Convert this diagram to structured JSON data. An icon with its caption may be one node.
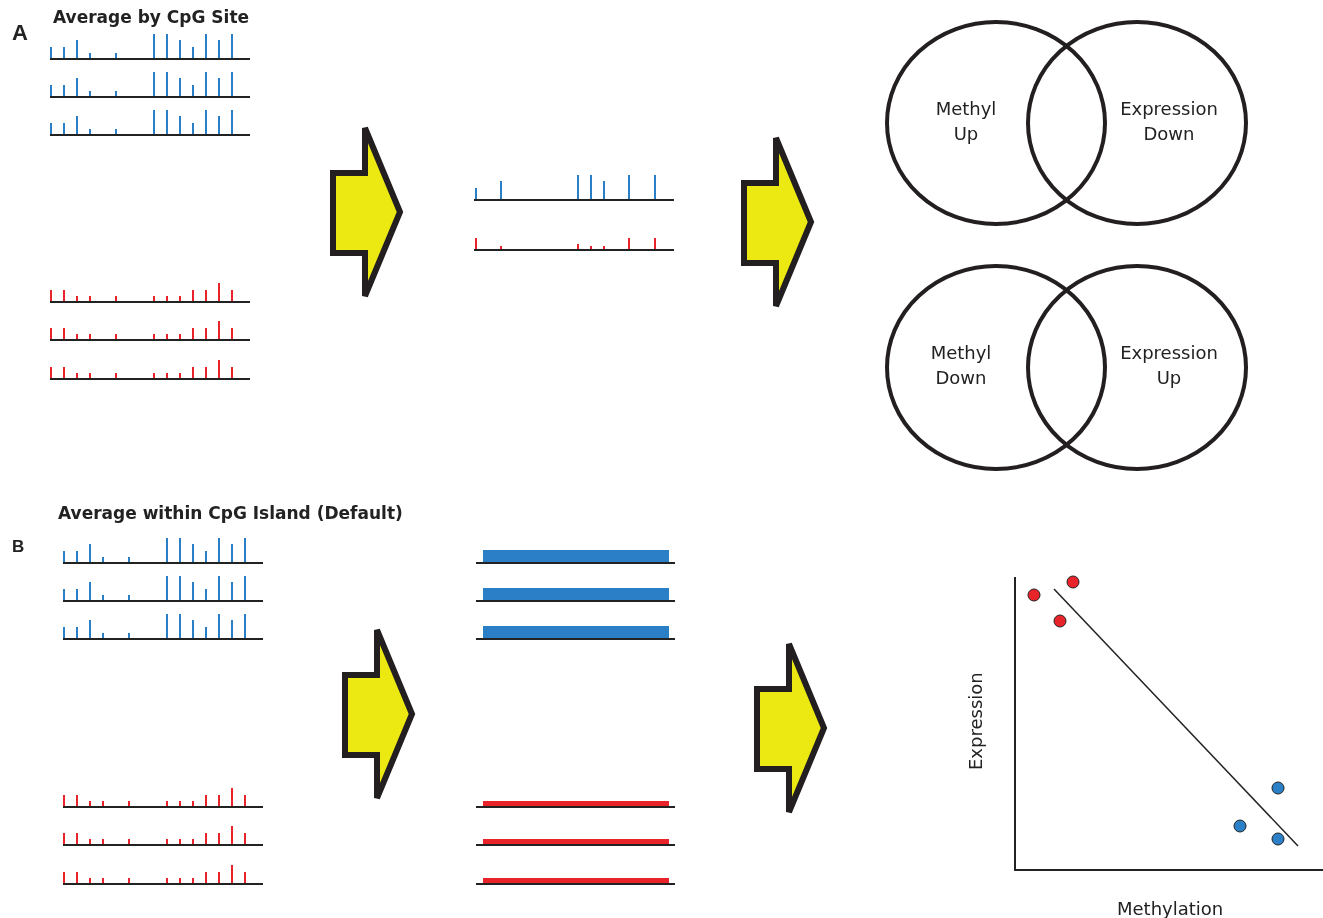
{
  "diagram": {
    "nodes": [
      {
        "text": [
          "Methyl Up"
        ]
      },
      {
        "text": [
          "Expression Down"
        ]
      },
      {
        "text": [
          "Methyl Down"
        ]
      },
      {
        "text": [
          "Expression Up"
        ]
      }
    ],
    "labels": [
      "A",
      "Average by CpG Site",
      "Average within CpG Island (Default)",
      "B",
      "Expression",
      "Methylation"
    ]
  }
}
